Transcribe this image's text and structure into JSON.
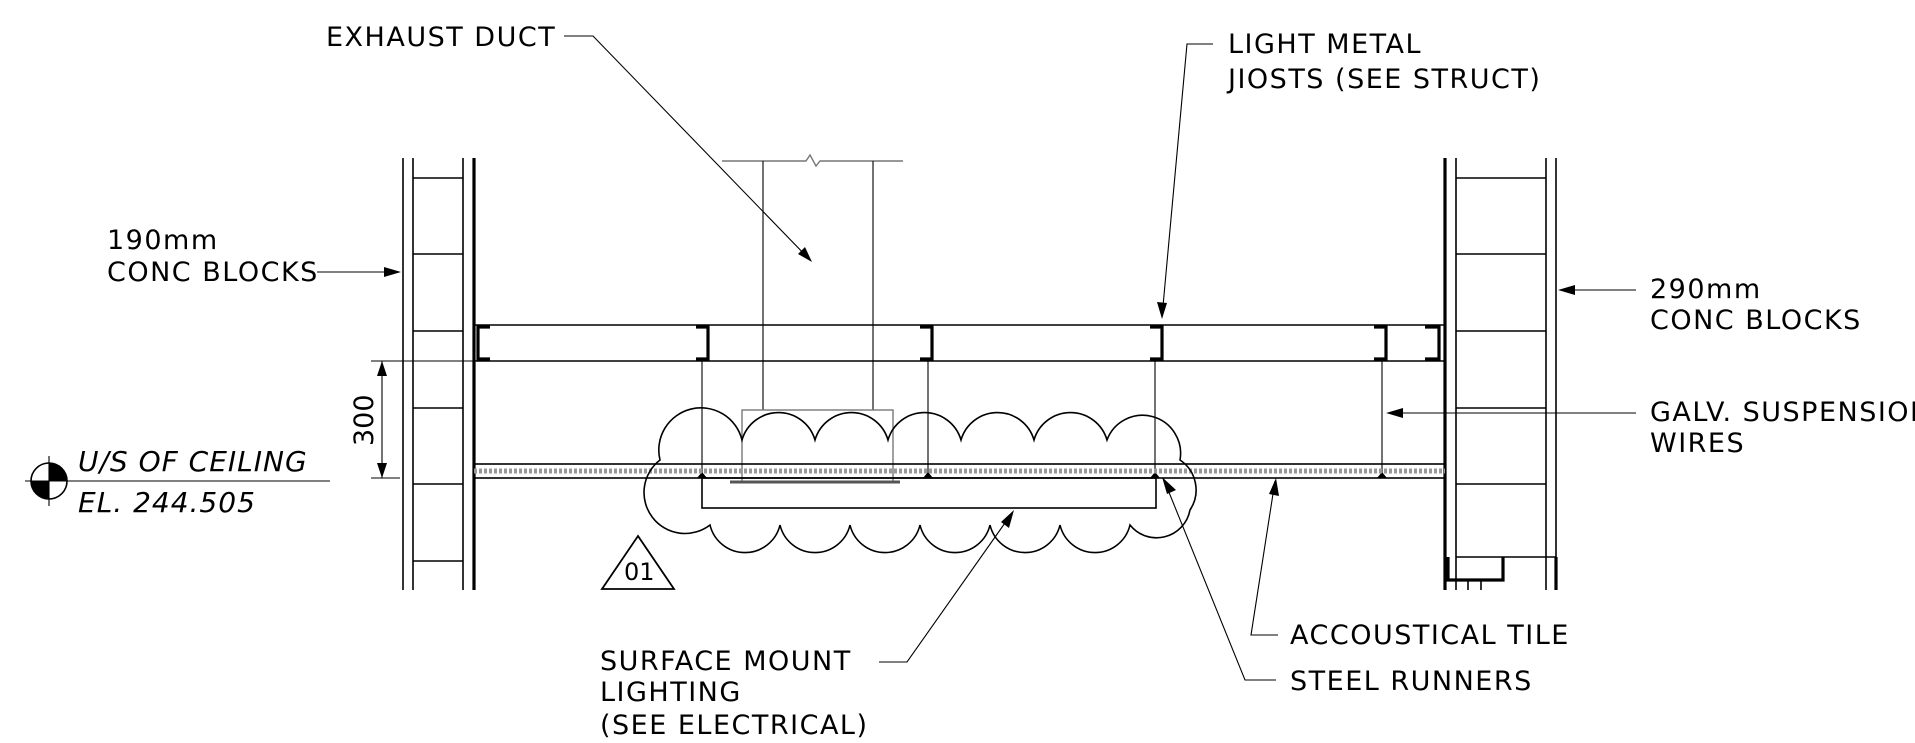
{
  "drawing": {
    "labels": {
      "exhaust_duct": "EXHAUST DUCT",
      "joists_line1": "LIGHT METAL",
      "joists_line2": "JIOSTS (SEE STRUCT)",
      "left_block_line1": "190mm",
      "left_block_line2": "CONC BLOCKS",
      "right_block_line1": "290mm",
      "right_block_line2": "CONC BLOCKS",
      "wires_line1": "GALV. SUSPENSION",
      "wires_line2": "WIRES",
      "ceiling_line1": "U/S OF CEILING",
      "ceiling_line2": "EL. 244.505",
      "dimension": "300",
      "revision_tag": "01",
      "lighting_line1": "SURFACE MOUNT",
      "lighting_line2": "LIGHTING",
      "lighting_line3": "(SEE ELECTRICAL)",
      "tile": "ACCOUSTICAL TILE",
      "runners": "STEEL RUNNERS"
    },
    "icons": {
      "elevation_marker": "elevation-target-icon",
      "revision_triangle": "revision-triangle-icon",
      "revision_cloud": "revision-cloud-icon",
      "break_symbol": "break-line-icon"
    },
    "colors": {
      "line": "#000000",
      "background": "#ffffff"
    }
  }
}
